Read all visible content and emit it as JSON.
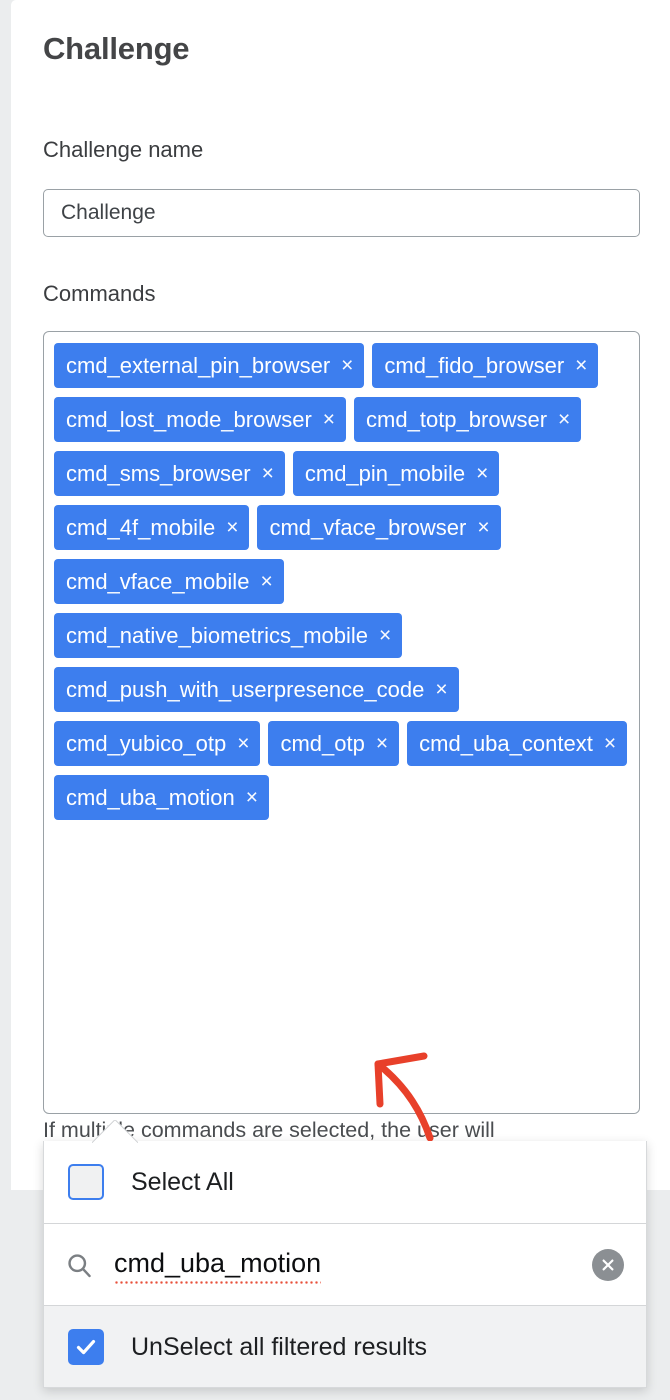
{
  "page": {
    "title": "Challenge"
  },
  "form": {
    "name_field": {
      "label": "Challenge name",
      "value": "Challenge",
      "placeholder": "Challenge"
    },
    "commands_field": {
      "label": "Commands",
      "helper_text": "If multiple commands are selected, the user will",
      "chips": [
        {
          "label": "cmd_external_pin_browser",
          "remove": "×"
        },
        {
          "label": "cmd_fido_browser",
          "remove": "×"
        },
        {
          "label": "cmd_lost_mode_browser",
          "remove": "×"
        },
        {
          "label": "cmd_totp_browser",
          "remove": "×"
        },
        {
          "label": "cmd_sms_browser",
          "remove": "×"
        },
        {
          "label": "cmd_pin_mobile",
          "remove": "×"
        },
        {
          "label": "cmd_4f_mobile",
          "remove": "×"
        },
        {
          "label": "cmd_vface_browser",
          "remove": "×"
        },
        {
          "label": "cmd_vface_mobile",
          "remove": "×"
        },
        {
          "label": "cmd_native_biometrics_mobile",
          "remove": "×"
        },
        {
          "label": "cmd_push_with_userpresence_code",
          "remove": "×"
        },
        {
          "label": "cmd_yubico_otp",
          "remove": "×"
        },
        {
          "label": "cmd_otp",
          "remove": "×"
        },
        {
          "label": "cmd_uba_context",
          "remove": "×"
        },
        {
          "label": "cmd_uba_motion",
          "remove": "×"
        }
      ]
    }
  },
  "dropdown": {
    "select_all": {
      "label": "Select All",
      "checked": false
    },
    "search": {
      "value": "cmd_uba_motion",
      "placeholder": "",
      "icon": "search-icon",
      "clear_icon": "clear-circle-icon"
    },
    "unselect_all": {
      "label": "UnSelect all filtered results",
      "checked": true
    }
  },
  "annotation": {
    "type": "hand-drawn-arrow",
    "color": "#e8402a",
    "points_to": "cmd_uba_motion"
  },
  "colors": {
    "chip_blue": "#3d7eee",
    "accent_blue": "#3d7eee",
    "page_background": "#ebedee",
    "card_background": "#ffffff",
    "border_gray": "#9aa1a6",
    "title_text": "#444547",
    "annotation_red": "#e8402a"
  }
}
